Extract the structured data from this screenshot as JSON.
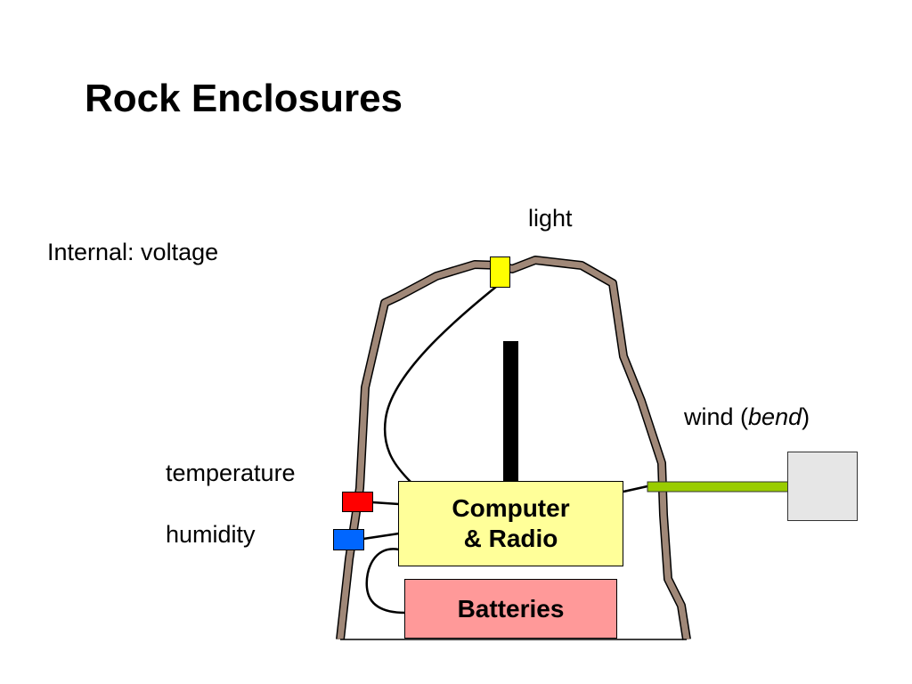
{
  "slide": {
    "title": "Rock Enclosures"
  },
  "labels": {
    "internal": "Internal: voltage",
    "light": "light",
    "wind_prefix": "wind (",
    "wind_italic": "bend",
    "wind_suffix": ")",
    "temperature": "temperature",
    "humidity": "humidity"
  },
  "boxes": {
    "computer_line1": "Computer",
    "computer_line2": "& Radio",
    "batteries": "Batteries"
  },
  "colors": {
    "rock_outline": "#a08878",
    "computer_fill": "#ffff99",
    "batteries_fill": "#ff9999",
    "light_sensor": "#ffff00",
    "temperature_sensor": "#ff0000",
    "humidity_sensor": "#0066ff",
    "wind_rod": "#99cc00",
    "wind_box": "#e6e6e6"
  }
}
